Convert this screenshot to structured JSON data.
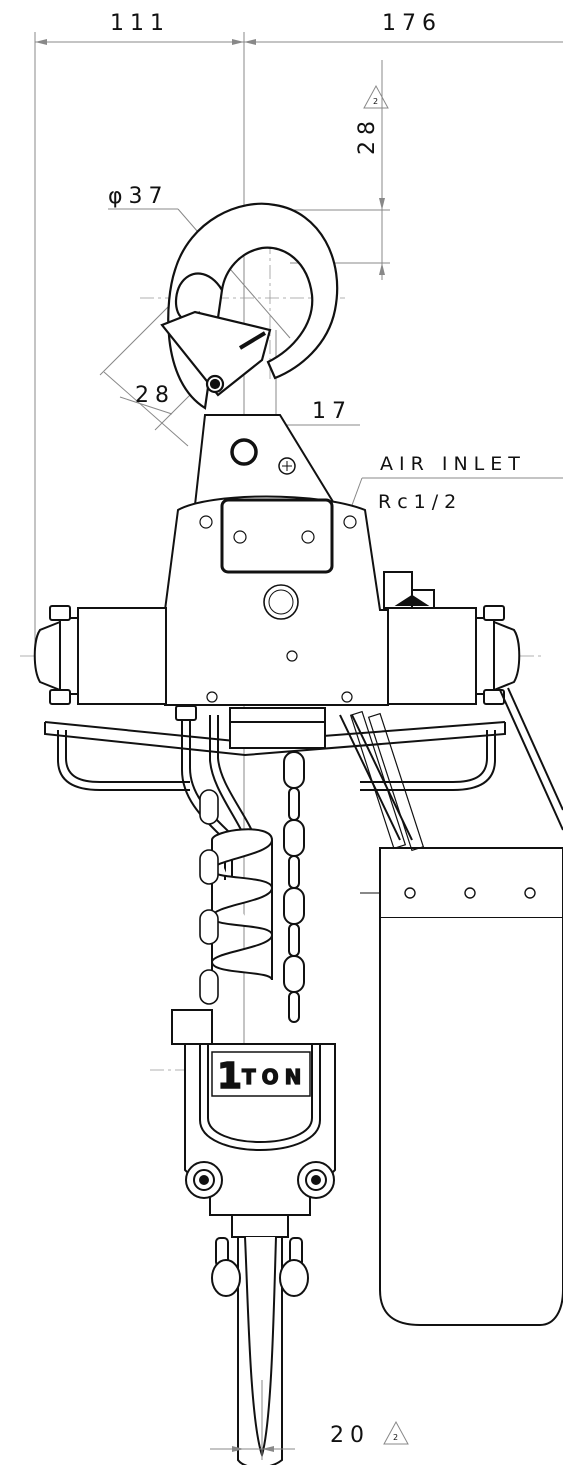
{
  "dimensions": {
    "left_width": "111",
    "right_width": "176",
    "top_offset": "28",
    "hook_throat": "φ37",
    "latch_opening": "28",
    "hook_offset": "17",
    "bottom_offset": "20"
  },
  "revision_marks": {
    "top": "2",
    "bottom": "2"
  },
  "labels": {
    "air_inlet": "AIR INLET",
    "thread": "Rc1/2"
  },
  "capacity": {
    "number": "1",
    "unit": "TON"
  },
  "colors": {
    "line": "#111111",
    "thin_line": "#888888",
    "center_line": "#999999",
    "background": "#ffffff"
  }
}
